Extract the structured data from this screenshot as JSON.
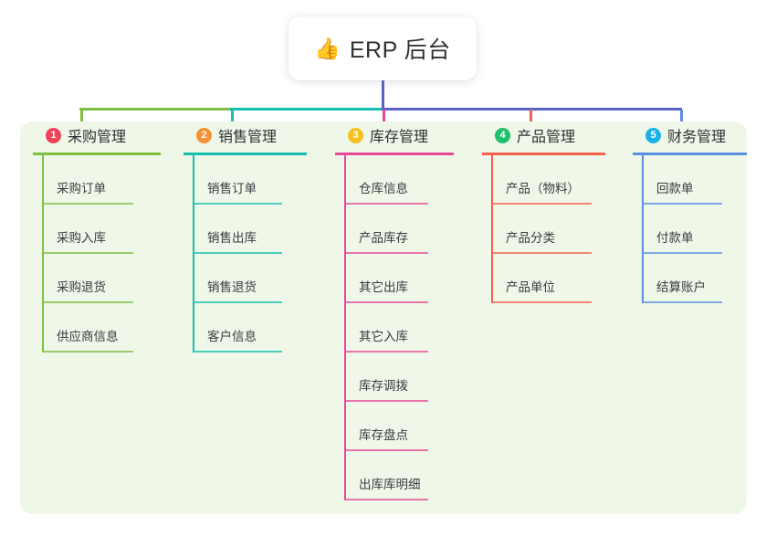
{
  "title": {
    "emoji": "👍",
    "emoji_name": "thumbs-up-icon",
    "text": "ERP 后台"
  },
  "colors": {
    "panel_bg": "#eef7e8",
    "stem": "#5b62c4",
    "bar_green": "#7fc042",
    "bar_teal": "#16c0ad",
    "bar_blue": "#5b62c4",
    "col1": "#7fc042",
    "col2": "#16c0ad",
    "col3": "#e8499b",
    "col4": "#f4614e",
    "col5": "#5b8fe0",
    "badge1": "#f0435a",
    "badge2": "#f59232",
    "badge3": "#f5c11e",
    "badge4": "#1fc06a",
    "badge5": "#1cb0e8"
  },
  "columns": [
    {
      "index": "1",
      "title": "采购管理",
      "color": "#7fc042",
      "badge_color": "#f0435a",
      "children": [
        "采购订单",
        "采购入库",
        "采购退货",
        "供应商信息"
      ]
    },
    {
      "index": "2",
      "title": "销售管理",
      "color": "#16c0ad",
      "badge_color": "#f59232",
      "children": [
        "销售订单",
        "销售出库",
        "销售退货",
        "客户信息"
      ]
    },
    {
      "index": "3",
      "title": "库存管理",
      "color": "#e8499b",
      "badge_color": "#f5c11e",
      "children": [
        "仓库信息",
        "产品库存",
        "其它出库",
        "其它入库",
        "库存调拨",
        "库存盘点",
        "出库库明细"
      ]
    },
    {
      "index": "4",
      "title": "产品管理",
      "color": "#f4614e",
      "badge_color": "#1fc06a",
      "children": [
        "产品（物料）",
        "产品分类",
        "产品单位"
      ]
    },
    {
      "index": "5",
      "title": "财务管理",
      "color": "#5b8fe0",
      "badge_color": "#1cb0e8",
      "children": [
        "回款单",
        "付款单",
        "结算账户"
      ]
    }
  ]
}
